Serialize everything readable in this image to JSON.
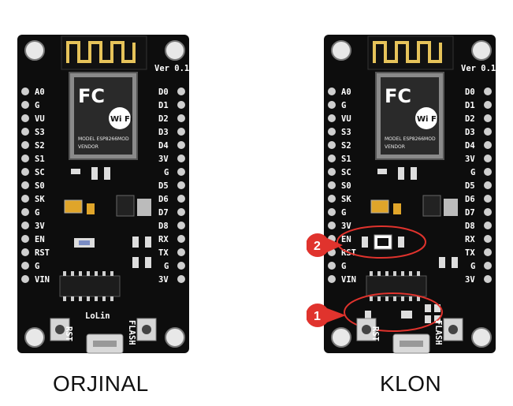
{
  "left_board": {
    "caption": "ORJINAL",
    "version": "Ver 0.1",
    "pins_left": [
      "A0",
      "G",
      "VU",
      "S3",
      "S2",
      "S1",
      "SC",
      "S0",
      "SK",
      "G",
      "3V",
      "EN",
      "RST",
      "G",
      "VIN"
    ],
    "pins_right": [
      "D0",
      "D1",
      "D2",
      "D3",
      "D4",
      "3V",
      "G",
      "D5",
      "D6",
      "D7",
      "D8",
      "RX",
      "TX",
      "G",
      "3V"
    ],
    "wifi_label": "Wi Fi",
    "fc_label": "FC",
    "model_text": [
      "MODEL ESP8266MOD",
      "VENDOR"
    ],
    "btn_left": "RST",
    "btn_right": "FLASH",
    "logo": "LoLin"
  },
  "right_board": {
    "caption": "KLON",
    "version": "Ver 0.1",
    "pins_left": [
      "A0",
      "G",
      "VU",
      "S3",
      "S2",
      "S1",
      "SC",
      "S0",
      "SK",
      "G",
      "3V",
      "EN",
      "RST",
      "G",
      "VIN"
    ],
    "pins_right": [
      "D0",
      "D1",
      "D2",
      "D3",
      "D4",
      "3V",
      "G",
      "D5",
      "D6",
      "D7",
      "D8",
      "RX",
      "TX",
      "G",
      "3V"
    ],
    "wifi_label": "Wi Fi",
    "fc_label": "FC",
    "model_text": [
      "MODEL ESP8266MOD",
      "VENDOR"
    ],
    "btn_left": "RST",
    "btn_right": "FLASH",
    "markers": [
      "1",
      "2"
    ]
  },
  "colors": {
    "board": "#0d0d0d",
    "silk": "#ffffff",
    "marker": "#e0332d",
    "chip": "#1c1c1c",
    "pin": "#cfcfcf"
  }
}
